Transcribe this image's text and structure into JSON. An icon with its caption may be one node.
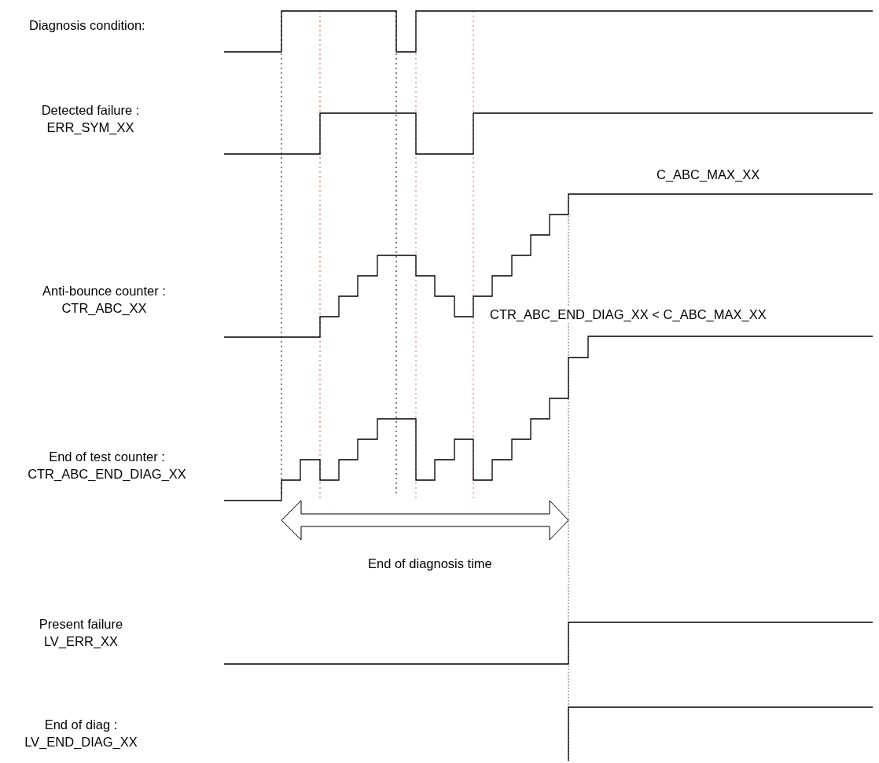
{
  "diagram": {
    "labels": [
      "Diagnosis condition:",
      "Detected failure : ERR_SYM_XX",
      "C_ABC_MAX_XX",
      "Anti-bounce counter : CTR_ABC_XX",
      "CTR_ABC_END_DIAG_XX < C_ABC_MAX_XX",
      "End of test counter : CTR_ABC_END_DIAG_XX",
      "End of diagnosis time",
      "Present failure LV_ERR_XX",
      "End of diag : LV_END_DIAG_XX"
    ]
  }
}
